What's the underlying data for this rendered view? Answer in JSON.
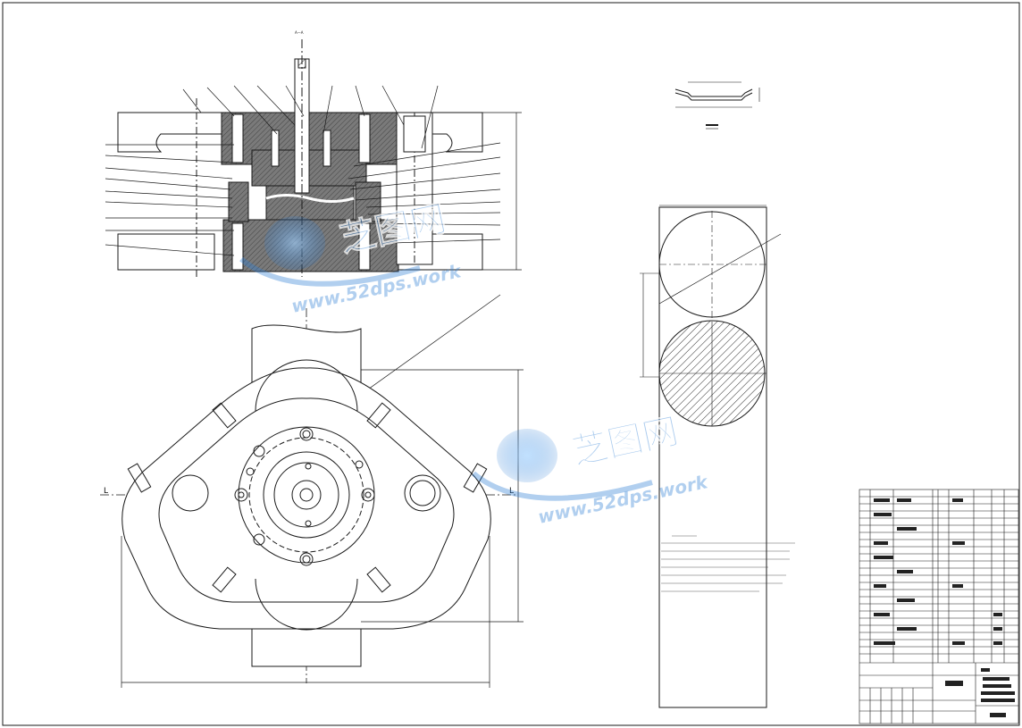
{
  "drawing": {
    "section_label": "A—A",
    "view_marker_left": "L",
    "view_marker_right": "L"
  },
  "watermarks": [
    {
      "brand": "芝图网",
      "url": "www.52dps.work"
    },
    {
      "brand": "芝图网",
      "url": "www.52dps.work"
    }
  ],
  "colors": {
    "line": "#1a1a1a",
    "section_fill": "#6e6e6e",
    "watermark": "#2f7fd6"
  }
}
